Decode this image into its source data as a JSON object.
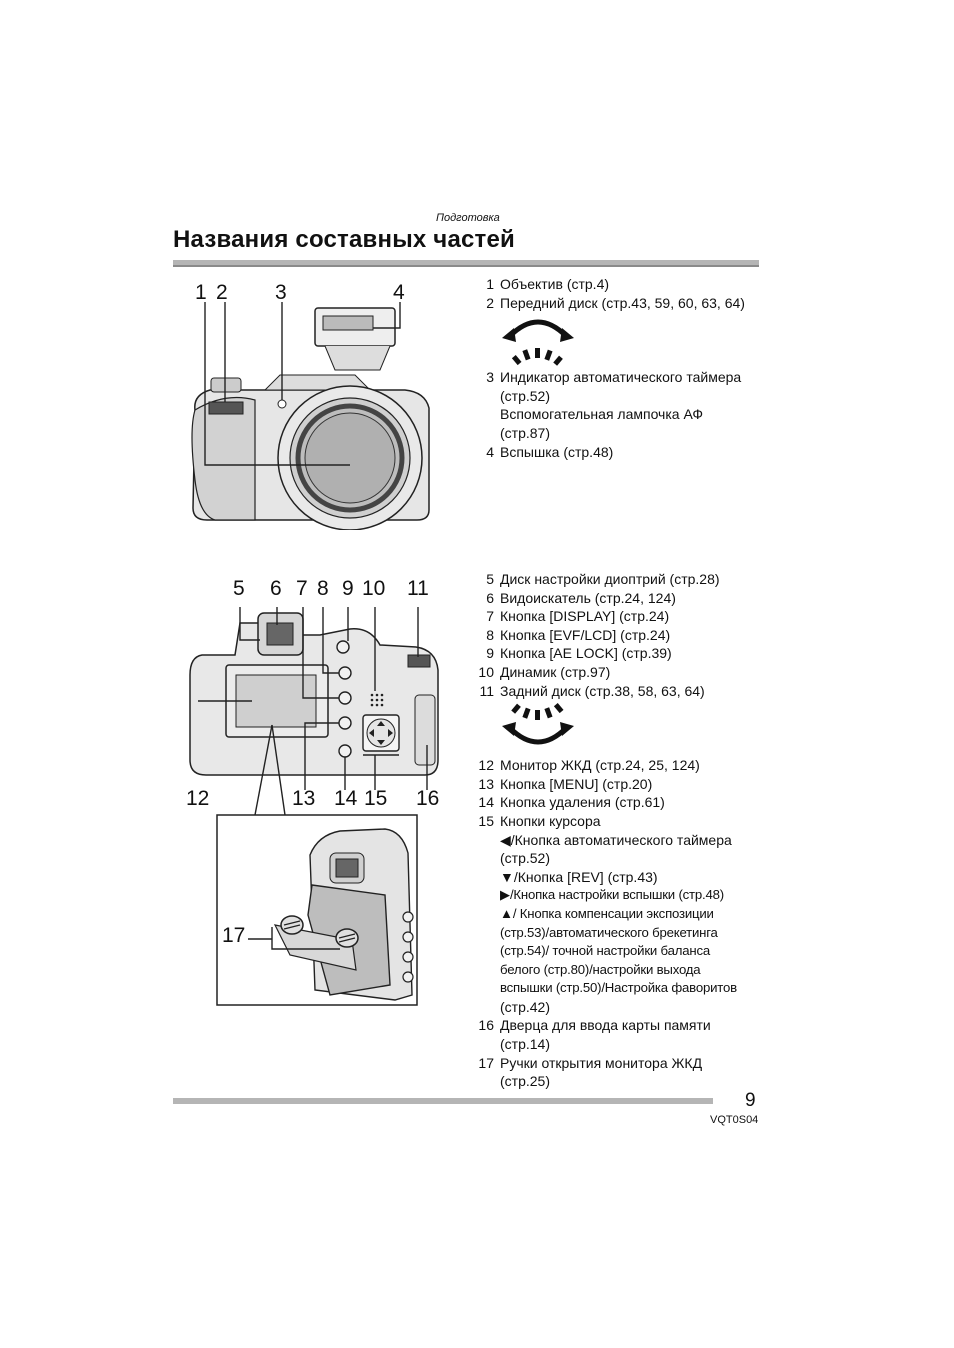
{
  "header": {
    "section": "Подготовка",
    "title": "Названия составных частей"
  },
  "front_callouts": [
    "1",
    "2",
    "3",
    "4"
  ],
  "rear_callouts_top": [
    "5",
    "6",
    "7",
    "8",
    "9",
    "10",
    "11"
  ],
  "rear_callouts_bottom": [
    "12",
    "13",
    "14",
    "15",
    "16"
  ],
  "inset_callout": "17",
  "front_items": [
    {
      "num": "1",
      "text": "Объектив (стр.4)"
    },
    {
      "num": "2",
      "text": "Передний диск (стр.43, 59, 60, 63, 64)"
    },
    {
      "num": "3",
      "text": "Индикатор автоматического таймера",
      "lines": [
        "(стр.52)",
        "Вспомогательная лампочка АФ",
        "(стр.87)"
      ]
    },
    {
      "num": "4",
      "text": "Вспышка (стр.48)"
    }
  ],
  "rear_items_a": [
    {
      "num": "5",
      "text": "Диск настройки диоптрий (стр.28)"
    },
    {
      "num": "6",
      "text": "Видоискатель (стр.24, 124)"
    },
    {
      "num": "7",
      "text": "Кнопка [DISPLAY] (стр.24)"
    },
    {
      "num": "8",
      "text": "Кнопка [EVF/LCD] (стр.24)"
    },
    {
      "num": "9",
      "text": "Кнопка [AE LOCK] (стр.39)"
    },
    {
      "num": "10",
      "text": "Динамик (стр.97)"
    },
    {
      "num": "11",
      "text": "Задний диск (стр.38, 58, 63, 64)"
    }
  ],
  "rear_items_b": [
    {
      "num": "12",
      "text": "Монитор ЖКД (стр.24, 25, 124)"
    },
    {
      "num": "13",
      "text": "Кнопка [MENU] (стр.20)"
    },
    {
      "num": "14",
      "text": "Кнопка удаления (стр.61)"
    },
    {
      "num": "15",
      "text": "Кнопки курсора"
    }
  ],
  "cursor_lines": [
    "◀/Кнопка автоматического таймера",
    "(стр.52)",
    "▼/Кнопка [REV] (стр.43)",
    "▶/Кнопка настройки вспышки (стр.48)",
    "▲/ Кнопка компенсации экспозиции",
    "(стр.53)/автоматического брекетинга",
    "(стр.54)/ точной настройки баланса",
    "белого (стр.80)/настройки выхода",
    "вспышки (стр.50)/Настройка фаворитов",
    "(стр.42)"
  ],
  "rear_items_c": [
    {
      "num": "16",
      "text": "Дверца для ввода карты памяти",
      "lines": [
        "(стр.14)"
      ]
    },
    {
      "num": "17",
      "text": "Ручки открытия монитора ЖКД",
      "lines": [
        "(стр.25)"
      ]
    }
  ],
  "footer": {
    "page_number": "9",
    "code": "VQT0S04"
  }
}
